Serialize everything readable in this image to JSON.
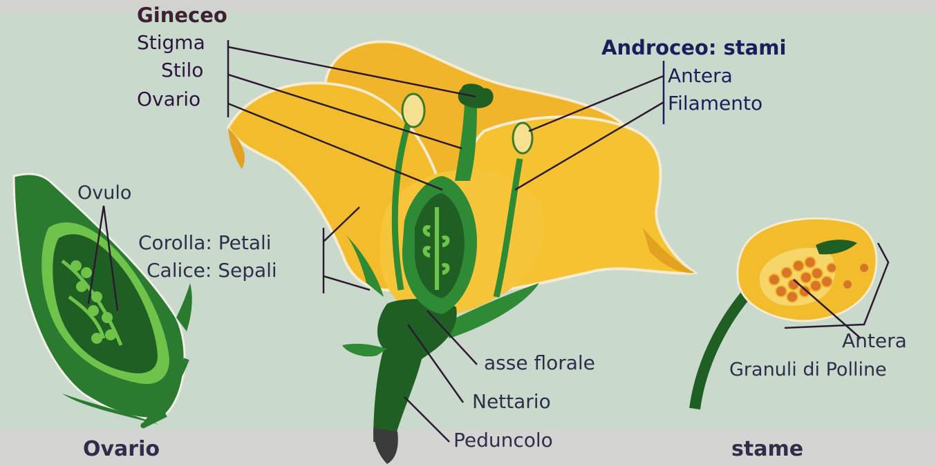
{
  "colors": {
    "background": "#c9d9cb",
    "band": "#d4d4d2",
    "petal": "#f3bc2c",
    "petal_shadow": "#e2a120",
    "green_dark": "#1f5f24",
    "green_mid": "#2f8a35",
    "green_light": "#6fc24a",
    "pollen": "#d8752a",
    "line_dark": "#2b1a30"
  },
  "labels": {
    "gineceo": "Gineceo",
    "stigma": "Stigma",
    "stilo": "Stilo",
    "ovario_top": "Ovario",
    "androceo": "Androceo: stami",
    "antera_top": "Antera",
    "filamento": "Filamento",
    "ovulo": "Ovulo",
    "corolla": "Corolla: Petali",
    "calice": "Calice: Sepali",
    "asse_florale": "asse florale",
    "nettario": "Nettario",
    "peduncolo": "Peduncolo",
    "antera_right": "Antera",
    "granuli": "Granuli di Polline",
    "ovario_bottom": "Ovario",
    "stame": "stame"
  }
}
